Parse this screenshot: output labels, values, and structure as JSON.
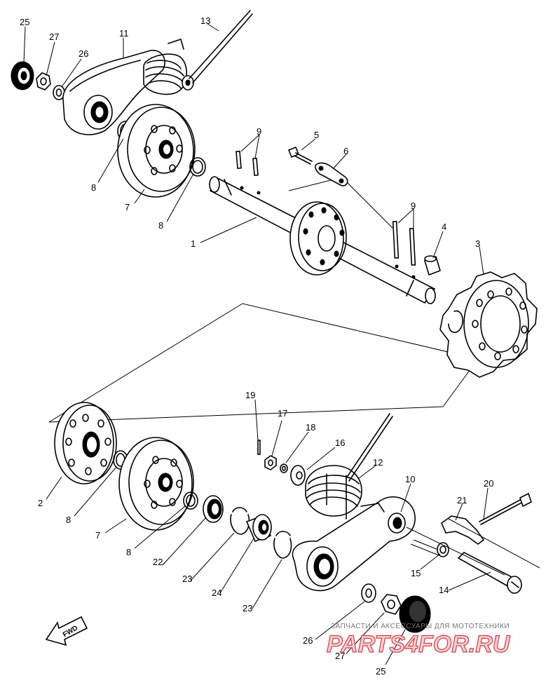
{
  "callouts": {
    "c25a": "25",
    "c27a": "27",
    "c26a": "26",
    "c11": "11",
    "c13": "13",
    "c8a": "8",
    "c7a": "7",
    "c8b": "8",
    "c9a": "9",
    "c5": "5",
    "c6": "6",
    "c1": "1",
    "c9b": "9",
    "c4": "4",
    "c3": "3",
    "c19": "19",
    "c17": "17",
    "c18": "18",
    "c16": "16",
    "c12": "12",
    "c10": "10",
    "c20": "20",
    "c21": "21",
    "c2": "2",
    "c8c": "8",
    "c7b": "7",
    "c8d": "8",
    "c22": "22",
    "c23a": "23",
    "c24": "24",
    "c23b": "23",
    "c15": "15",
    "c14": "14",
    "c26b": "26",
    "c27b": "27",
    "c25b": "25"
  },
  "fwd_marker": "FWD",
  "watermark": {
    "caption": "ЗАПЧАСТИ И АКСЕССУАРЫ ДЛЯ МОТОТЕХНИКИ",
    "logo": "PARTS4FOR.RU"
  }
}
